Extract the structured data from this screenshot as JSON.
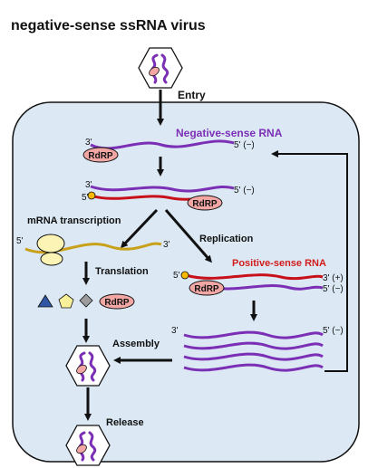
{
  "title": "negative-sense ssRNA virus",
  "labels": {
    "entry": "Entry",
    "negative_sense_rna": "Negative-sense RNA",
    "mrna_transcription": "mRNA transcription",
    "replication": "Replication",
    "translation": "Translation",
    "positive_sense_rna": "Positive-sense RNA",
    "assembly": "Assembly",
    "release": "Release"
  },
  "enzyme": "RdRP",
  "ends": {
    "three_prime": "3'",
    "five_prime": "5'",
    "five_prime_neg": "5' (−)",
    "three_prime_pos": "3' (+)"
  },
  "colors": {
    "negative_strand": "#7b2fb5",
    "positive_strand": "#c8101a",
    "mrna": "#c9a019",
    "cell_fill": "#dce9f5",
    "rdrp_fill": "#f2a7a5",
    "ribosome_fill": "#fbf4b4",
    "label_negative": "#7b2fb5",
    "label_positive": "#d21c1c",
    "cap": "#f6b800"
  },
  "products": {
    "shapes": [
      "triangle",
      "pentagon",
      "diamond"
    ],
    "shape_colors": [
      "#2f55a4",
      "#fbf09a",
      "#9c9c9c"
    ]
  }
}
